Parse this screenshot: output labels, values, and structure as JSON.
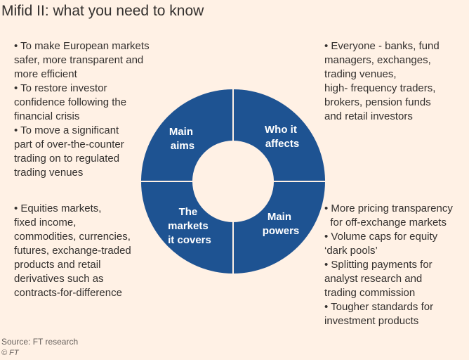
{
  "title": "Mifid II: what you need to know",
  "segments": {
    "main_aims": [
      "Main",
      "aims"
    ],
    "who_it_affects": [
      "Who it",
      "affects"
    ],
    "markets_covered": [
      "The",
      "markets",
      "it covers"
    ],
    "main_powers": [
      "Main",
      "powers"
    ]
  },
  "main_aims_text": [
    "• To make European markets",
    "safer, more transparent and",
    "more efficient",
    "• To restore investor",
    "confidence following the",
    "financial crisis",
    "• To move a significant",
    "part of over-the-counter",
    "trading on to regulated",
    "trading venues"
  ],
  "markets_text": [
    "• Equities markets,",
    "fixed income,",
    "commodities, currencies,",
    "futures, exchange-traded",
    "products and retail",
    "derivatives such as",
    "contracts-for-difference"
  ],
  "affects_text": [
    "• Everyone - banks, fund",
    "managers, exchanges,",
    "trading venues,",
    "high- frequency traders,",
    "brokers, pension funds",
    "and retail investors"
  ],
  "powers_text": [
    "• More pricing transparency",
    "  for off-exchange markets",
    "• Volume caps for equity",
    "‘dark pools’",
    "• Splitting payments for",
    "analyst research and",
    "trading commission",
    "• Tougher standards for",
    "investment products"
  ],
  "source": "Source: FT research",
  "copyright": "© FT",
  "colors": {
    "background": "#FFF1E5",
    "donut": "#1E5392",
    "text": "#33302E"
  }
}
